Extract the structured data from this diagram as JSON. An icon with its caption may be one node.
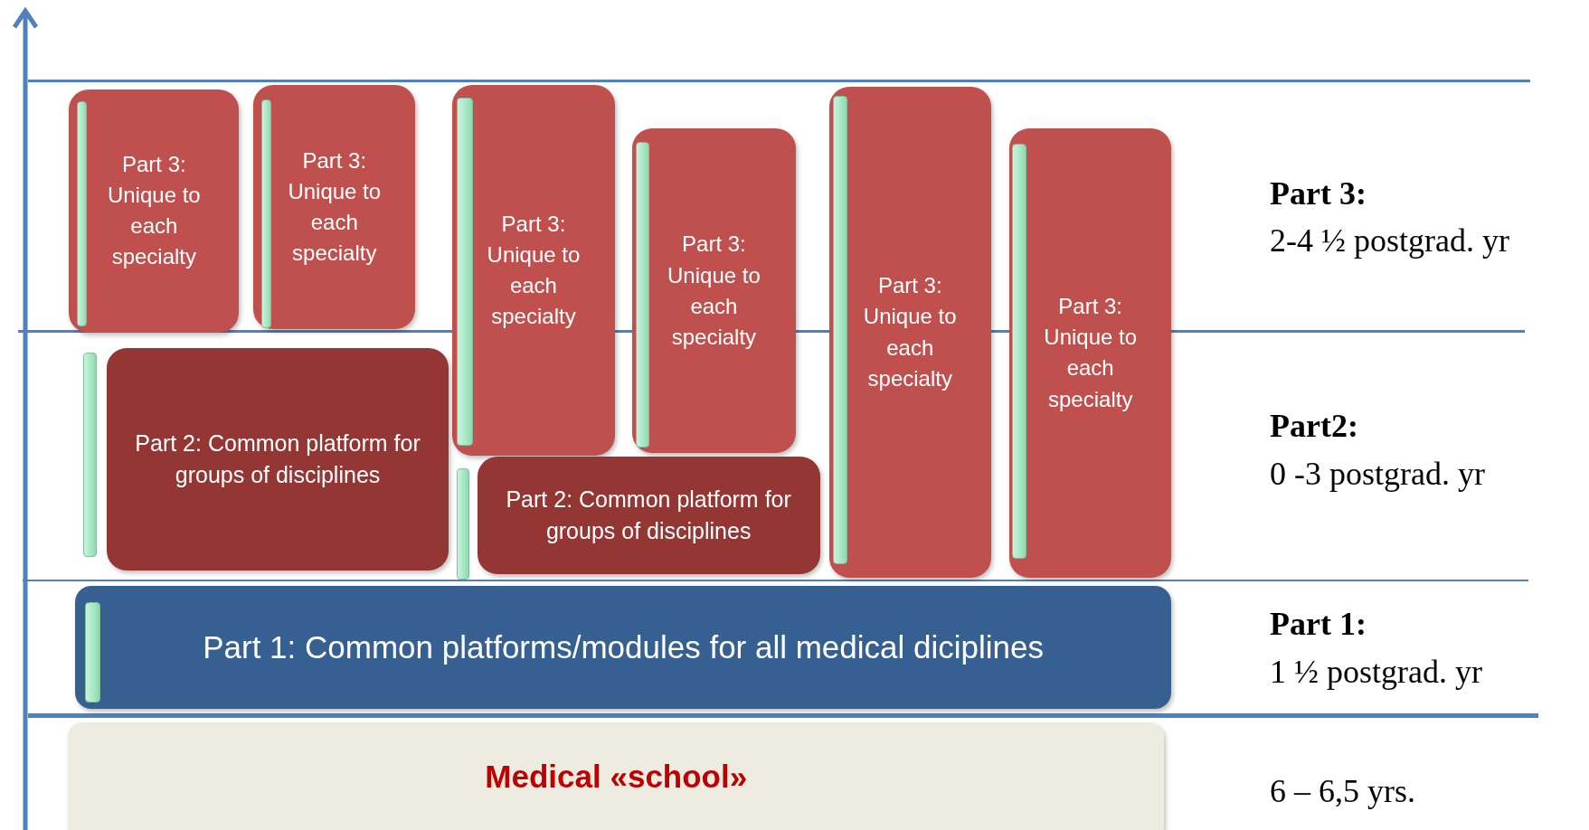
{
  "diagram": {
    "nodes": [
      {
        "text": [
          "Part 3: Unique to each specialty"
        ]
      },
      {
        "text": [
          "Part 3: Unique to each specialty"
        ]
      },
      {
        "text": [
          "Part 3: Unique to each specialty"
        ]
      },
      {
        "text": [
          "Part 3: Unique to each specialty"
        ]
      },
      {
        "text": [
          "Part 3: Unique to each specialty"
        ]
      },
      {
        "text": [
          "Part 3: Unique to each specialty"
        ]
      },
      {
        "text": [
          "Part 2: Common platform for groups of disciplines"
        ]
      },
      {
        "text": [
          "Part 2: Common platform for groups of disciplines"
        ]
      },
      {
        "text": [
          "Part 1: Common platforms/modules for all medical diciplines"
        ]
      },
      {
        "text": [
          "Medical «school»"
        ]
      },
      {
        "text": [],
        "shape": "bar",
        "in": 0
      },
      {
        "text": [],
        "shape": "bar",
        "in": 1
      },
      {
        "text": [],
        "shape": "bar",
        "in": 2
      },
      {
        "text": [],
        "shape": "bar",
        "in": 3
      },
      {
        "text": [],
        "shape": "bar",
        "in": 4
      },
      {
        "text": [],
        "shape": "bar",
        "in": 5
      },
      {
        "text": [],
        "shape": "bar"
      },
      {
        "text": [],
        "shape": "bar"
      },
      {
        "text": [],
        "shape": "bar",
        "in": 8
      }
    ],
    "labels": [
      "Part 3:",
      "2-4 ½ postgrad. yr",
      "Part2:",
      "0 -3 postgrad. yr",
      "Part 1:",
      "1 ½ postgrad. yr",
      "6 – 6,5 yrs."
    ]
  }
}
